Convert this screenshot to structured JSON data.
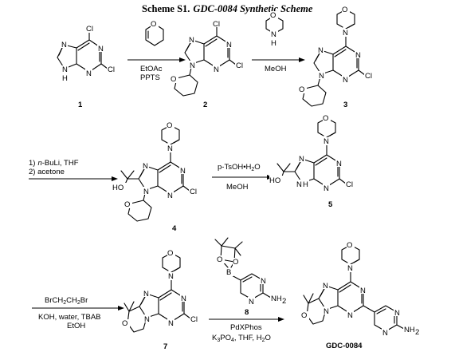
{
  "scheme": {
    "title_prefix": "Scheme S1.",
    "title_main": "GDC-0084 Synthetic Scheme"
  },
  "atoms": {
    "N": "N",
    "H": "H",
    "O": "O",
    "B": "B",
    "Cl": "Cl",
    "HO": "HO",
    "NH2": "NH",
    "sub2": "2"
  },
  "compounds": {
    "c1": "1",
    "c2": "2",
    "c3": "3",
    "c4": "4",
    "c5": "5",
    "c7": "7",
    "c8": "8",
    "final": "GDC-0084"
  },
  "reagents": {
    "r1_solvent": "EtOAc",
    "r1_catalyst": "PPTS",
    "r2_solvent": "MeOH",
    "r3_line1_num": "1)",
    "r3_line1_base": "n",
    "r3_line1_rest": "-BuLi, THF",
    "r3_line2": "2) acetone",
    "r4_line1": "p-TsOH•H",
    "r4_line1_end": "O",
    "r4_line2": "MeOH",
    "r5_line1_a": "BrCH",
    "r5_line1_b": "CH",
    "r5_line1_c": "Br",
    "r5_line2": "KOH, water, TBAB",
    "r5_line3": "EtOH",
    "r6_line1": "PdXPhos",
    "r6_line2_a": "K",
    "r6_line2_b": "PO",
    "r6_line2_c": ", THF, H",
    "r6_line2_d": "O",
    "sub3": "3",
    "sub4": "4"
  }
}
